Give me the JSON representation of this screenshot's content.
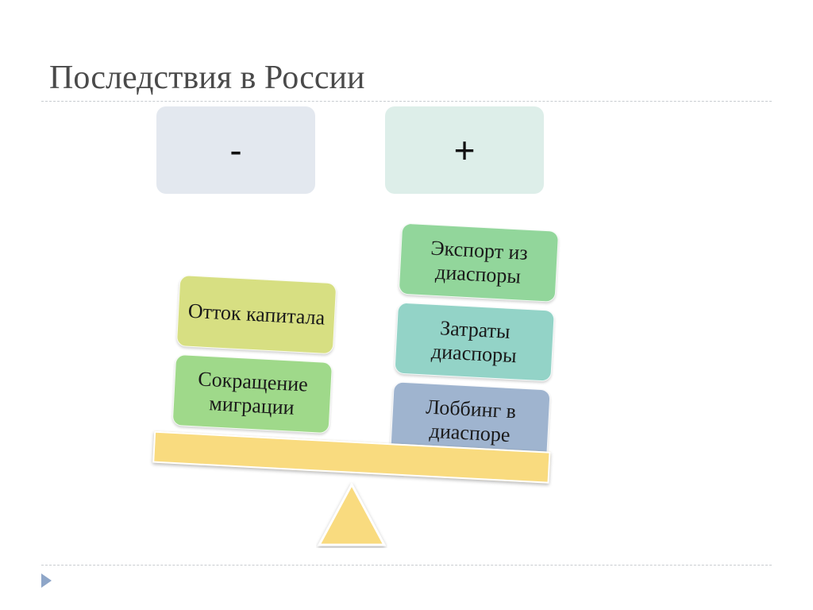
{
  "slide": {
    "title": "Последствия в России",
    "header_minus": "-",
    "header_plus": "+"
  },
  "diagram": {
    "left_blocks": [
      {
        "text": "Отток капитала",
        "color": "#d7df82"
      },
      {
        "text": "Сокращение миграции",
        "color": "#9fd98a"
      }
    ],
    "right_blocks": [
      {
        "text": "Экспорт из диаспоры",
        "color": "#92d69b"
      },
      {
        "text": "Затраты диаспоры",
        "color": "#93d3c7"
      },
      {
        "text": "Лоббинг в диаспоре",
        "color": "#9fb4cf"
      }
    ],
    "beam_color": "#f9db7f",
    "fulcrum_color": "#f9db7f",
    "nav_arrow_icon": "triangle-right-icon"
  }
}
